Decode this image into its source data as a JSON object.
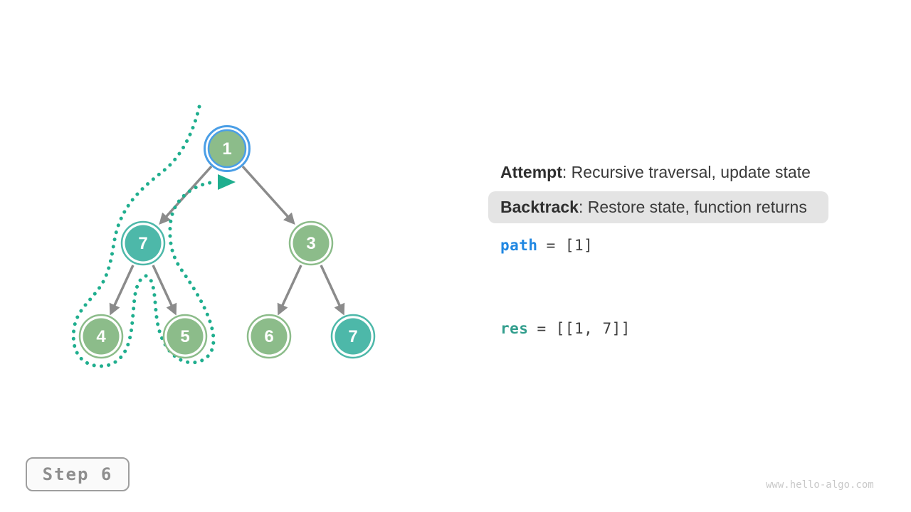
{
  "legend": {
    "attempt_label": "Attempt",
    "attempt_rest": ": Recursive traversal, update state",
    "backtrack_label": "Backtrack",
    "backtrack_rest": ": Restore state, function returns"
  },
  "state": {
    "path_keyword": "path",
    "path_value": "= [1]",
    "res_keyword": "res",
    "res_value": "= [[1, 7]]"
  },
  "tree": {
    "nodes": [
      {
        "value": "1",
        "state": "current-highlighted-blue"
      },
      {
        "value": "7",
        "state": "teal-selected"
      },
      {
        "value": "3",
        "state": "green-default"
      },
      {
        "value": "4",
        "state": "green-default"
      },
      {
        "value": "5",
        "state": "green-default"
      },
      {
        "value": "6",
        "state": "green-default"
      },
      {
        "value": "7",
        "state": "teal-selected"
      }
    ],
    "edges": [
      [
        0,
        1
      ],
      [
        0,
        2
      ],
      [
        1,
        3
      ],
      [
        1,
        4
      ],
      [
        2,
        5
      ],
      [
        2,
        6
      ]
    ],
    "trace": "dotted backtracking route: 1 -> 7 -> 4 -> back -> 5 -> back -> returns to 1 (arrowhead below node 1)"
  },
  "footer": {
    "step_label": "Step 6",
    "watermark": "www.hello-algo.com"
  },
  "colors": {
    "node-green": "#8CBC8A",
    "node-teal": "#4DB8A9",
    "highlight-blue": "#4A9EE6",
    "trace-teal": "#1FAE8E",
    "edge-gray": "#8B8B8B",
    "text-dark": "#3A3A3A",
    "code-blue": "#2087E2",
    "code-teal": "#329E8D",
    "badge-bg": "#E4E4E4",
    "step-gray": "#8E8E8E",
    "watermark-gray": "#C9C9C9"
  }
}
